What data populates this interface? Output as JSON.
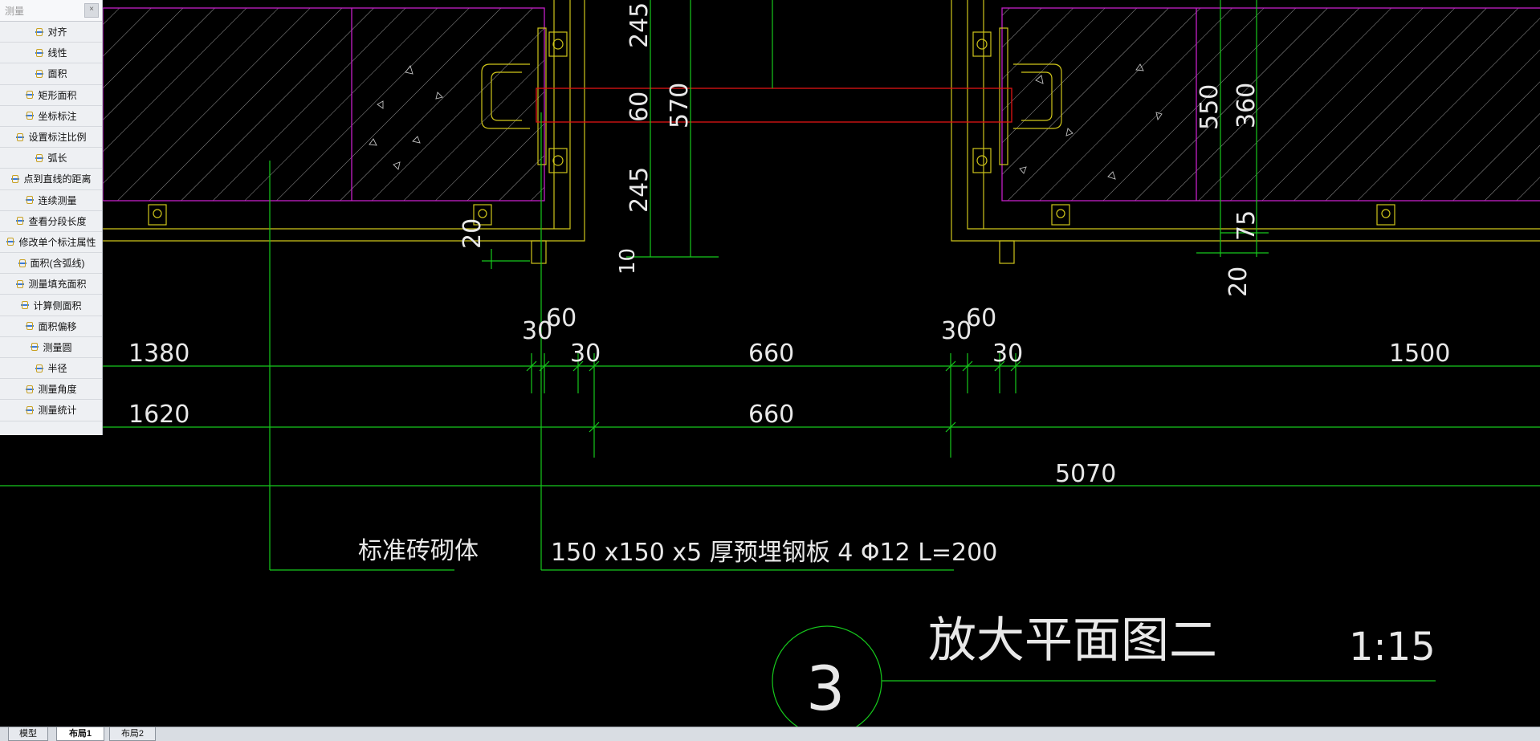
{
  "panel": {
    "title": "测量",
    "close_glyph": "×",
    "tools": [
      {
        "label": "对齐",
        "icon": "align-icon"
      },
      {
        "label": "线性",
        "icon": "linear-icon"
      },
      {
        "label": "面积",
        "icon": "area-icon"
      },
      {
        "label": "矩形面积",
        "icon": "rect-area-icon"
      },
      {
        "label": "坐标标注",
        "icon": "coordinate-icon"
      },
      {
        "label": "设置标注比例",
        "icon": "scale-icon"
      },
      {
        "label": "弧长",
        "icon": "arc-icon"
      },
      {
        "label": "点到直线的距离",
        "icon": "point-line-icon"
      },
      {
        "label": "连续测量",
        "icon": "continuous-icon"
      },
      {
        "label": "查看分段长度",
        "icon": "segment-icon"
      },
      {
        "label": "修改单个标注属性",
        "icon": "edit-dim-icon"
      },
      {
        "label": "面积(含弧线)",
        "icon": "arc-area-icon"
      },
      {
        "label": "测量填充面积",
        "icon": "fill-area-icon"
      },
      {
        "label": "计算侧面积",
        "icon": "side-area-icon"
      },
      {
        "label": "面积偏移",
        "icon": "offset-icon"
      },
      {
        "label": "测量圆",
        "icon": "circle-icon"
      },
      {
        "label": "半径",
        "icon": "radius-icon"
      },
      {
        "label": "测量角度",
        "icon": "angle-icon"
      },
      {
        "label": "测量统计",
        "icon": "stats-icon"
      }
    ]
  },
  "drawing": {
    "dims": {
      "d245a": "245",
      "d60v": "60",
      "d570": "570",
      "d245b": "245",
      "d20a": "20",
      "d10": "10",
      "d550": "550",
      "d360": "360",
      "d75": "75",
      "d20b": "20",
      "d30a": "30",
      "d60a": "60",
      "d30b": "30",
      "d660a": "660",
      "d30c": "30",
      "d60b": "60",
      "d30d": "30",
      "d1380": "1380",
      "d1500": "1500",
      "d1620": "1620",
      "d660b": "660",
      "d5070": "5070"
    },
    "label_brick": "标准砖砌体",
    "label_plate": "150 x150 x5 厚预埋钢板  4 Φ12   L=200",
    "title": "放大平面图二",
    "scale": "1:15",
    "detail_number": "3"
  },
  "tabs": [
    {
      "label": "模型"
    },
    {
      "label": "布局1"
    },
    {
      "label": "布局2"
    }
  ],
  "colors": {
    "background": "#000000",
    "dimension": "#16c91c",
    "outline": "#cfc51a",
    "wall": "#c41ec8",
    "beam": "#e01414"
  }
}
